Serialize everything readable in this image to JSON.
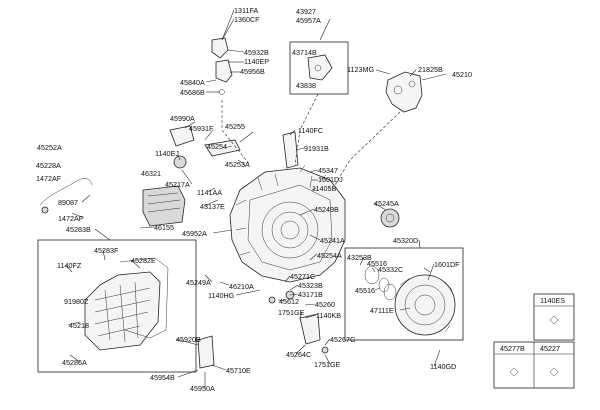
{
  "labels": {
    "l1311FA": "1311FA",
    "l1360CF": "1360CF",
    "l45932B": "45932B",
    "l1140EP": "1140EP",
    "l45956B": "45956B",
    "l45840A": "45840A",
    "l45686B": "45686B",
    "l43927": "43927",
    "l45957A": "45957A",
    "l43714B": "43714B",
    "l43838": "43838",
    "l1123MG": "1123MG",
    "l21825B": "21825B",
    "l45210": "45210",
    "l45990A": "45990A",
    "l45931F": "45931F",
    "l45255": "45255",
    "l1140FC": "1140FC",
    "l45254": "45254",
    "l1140EJ": "1140EJ",
    "l91931B": "91931B",
    "l45253A": "45253A",
    "l45347": "45347",
    "l45252A": "45252A",
    "l46321": "46321",
    "l45217A": "45217A",
    "l1601DJ": "1601DJ",
    "l45228A": "45228A",
    "l1472AF_a": "1472AF",
    "l1141AA": "1141AA",
    "l11405B": "11405B",
    "l89087": "89087",
    "l45245A": "45245A",
    "l43137E": "43137E",
    "l45249B": "45249B",
    "l1472AF_b": "1472AF",
    "l46155": "46155",
    "l45283B": "45283B",
    "l45952A": "45952A",
    "l45241A": "45241A",
    "l45320D": "45320D",
    "l45283F": "45283F",
    "l45282E": "45282E",
    "l43253B": "43253B",
    "l45254A": "45254A",
    "l1140FZ": "1140FZ",
    "l45516_a": "45516",
    "l45332C": "45332C",
    "l1601DF": "1601DF",
    "l45271C": "45271C",
    "l45249A": "45249A",
    "l45323B": "45323B",
    "l46210A": "46210A",
    "l43171B": "43171B",
    "l91980Z": "91980Z",
    "l1140HG": "1140HG",
    "l45612": "45612",
    "l45516_b": "45516",
    "l45260": "45260",
    "l47111E": "47111E",
    "l1751GE_a": "1751GE",
    "l1140KB": "1140KB",
    "l1140ES": "1140ES",
    "l45218": "45218",
    "l45920B": "45920B",
    "l45267G": "45267G",
    "l45286A": "45286A",
    "l45264C": "45264C",
    "l45277B": "45277B",
    "l45227": "45227",
    "l1751GE_b": "1751GE",
    "l1140GD": "1140GD",
    "l45954B": "45954B",
    "l45710E": "45710E",
    "l45950A": "45950A"
  }
}
